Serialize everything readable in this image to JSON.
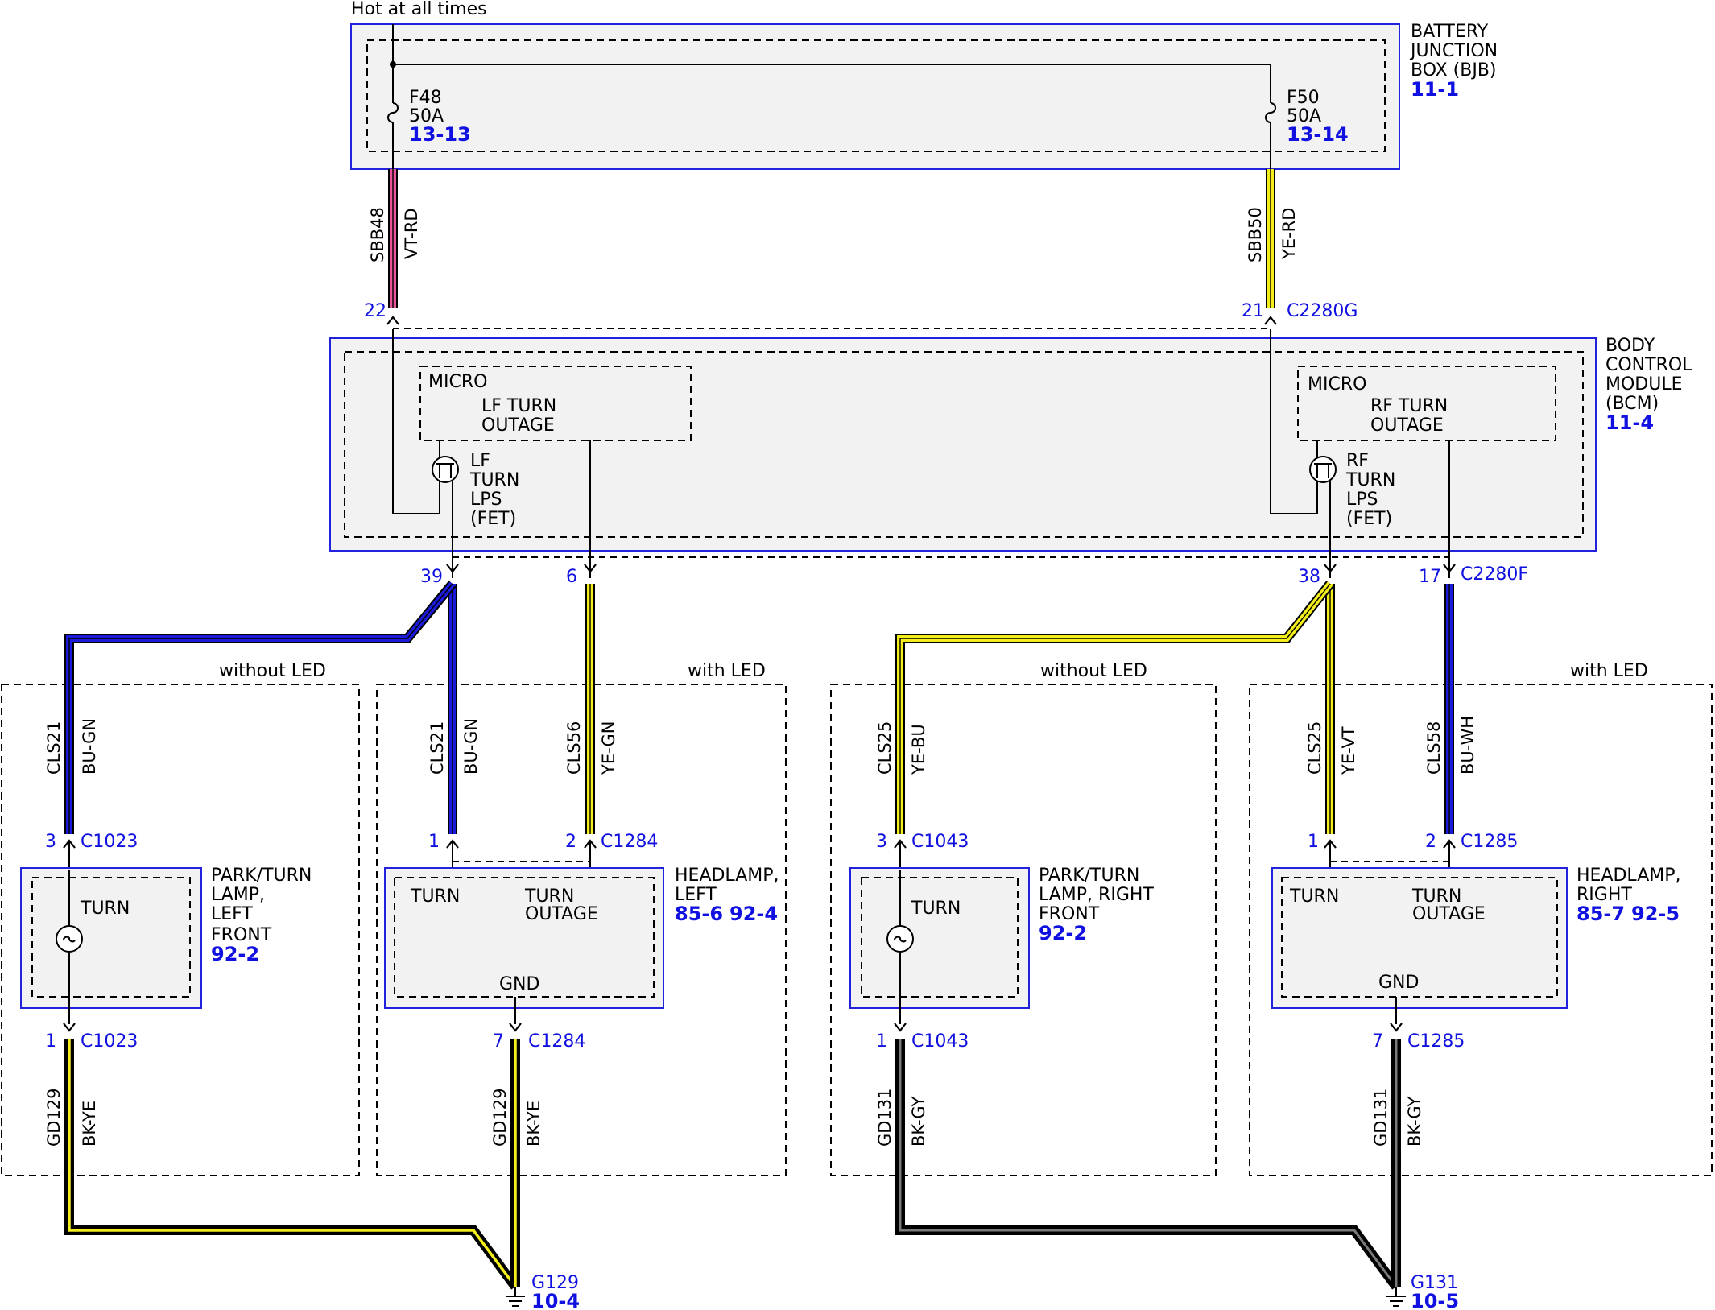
{
  "header": {
    "hot_label": "Hot at all times"
  },
  "bjb": {
    "title_lines": [
      "BATTERY",
      "JUNCTION",
      "BOX (BJB)"
    ],
    "ref": "11-1",
    "fuse_left": {
      "id": "F48",
      "rating": "50A",
      "ref": "13-13"
    },
    "fuse_right": {
      "id": "F50",
      "rating": "50A",
      "ref": "13-14"
    }
  },
  "bcm": {
    "title_lines": [
      "BODY",
      "CONTROL",
      "MODULE",
      "(BCM)"
    ],
    "ref": "11-4",
    "connector_top": "C2280G",
    "connector_bottom": "C2280F",
    "left": {
      "micro": "MICRO",
      "outage_lines": [
        "LF TURN",
        "OUTAGE"
      ],
      "fet_lines": [
        "LF",
        "TURN",
        "LPS",
        "(FET)"
      ]
    },
    "right": {
      "micro": "MICRO",
      "outage_lines": [
        "RF TURN",
        "OUTAGE"
      ],
      "fet_lines": [
        "RF",
        "TURN",
        "LPS",
        "(FET)"
      ]
    }
  },
  "pins": {
    "bcm_in_left": "22",
    "bcm_in_right": "21",
    "bcm_out_39": "39",
    "bcm_out_6": "6",
    "bcm_out_38": "38",
    "bcm_out_17": "17"
  },
  "wires": {
    "sbb48": {
      "circuit": "SBB48",
      "color": "VT-RD"
    },
    "sbb50": {
      "circuit": "SBB50",
      "color": "YE-RD"
    },
    "cls21_a": {
      "circuit": "CLS21",
      "color": "BU-GN"
    },
    "cls21_b": {
      "circuit": "CLS21",
      "color": "BU-GN"
    },
    "cls56": {
      "circuit": "CLS56",
      "color": "YE-GN"
    },
    "cls25_a": {
      "circuit": "CLS25",
      "color": "YE-BU"
    },
    "cls25_b": {
      "circuit": "CLS25",
      "color": "YE-VT"
    },
    "cls58": {
      "circuit": "CLS58",
      "color": "BU-WH"
    },
    "gd129_a": {
      "circuit": "GD129",
      "color": "BK-YE"
    },
    "gd129_b": {
      "circuit": "GD129",
      "color": "BK-YE"
    },
    "gd131_a": {
      "circuit": "GD131",
      "color": "BK-GY"
    },
    "gd131_b": {
      "circuit": "GD131",
      "color": "BK-GY"
    }
  },
  "variants": {
    "left_without": "without LED",
    "left_with": "with LED",
    "right_without": "without LED",
    "right_with": "with LED"
  },
  "park_left": {
    "title_lines": [
      "PARK/TURN",
      "LAMP,",
      "LEFT",
      "FRONT"
    ],
    "ref": "92-2",
    "turn": "TURN",
    "pin_top": "3",
    "conn_top": "C1023",
    "pin_bottom": "1",
    "conn_bottom": "C1023"
  },
  "head_left": {
    "title_lines": [
      "HEADLAMP,",
      "LEFT"
    ],
    "ref1": "85-6",
    "ref2": "92-4",
    "turn": "TURN",
    "outage_lines": [
      "TURN",
      "OUTAGE"
    ],
    "gnd": "GND",
    "pin_a": "1",
    "pin_b": "2",
    "conn_top": "C1284",
    "pin_bottom": "7",
    "conn_bottom": "C1284"
  },
  "park_right": {
    "title_lines": [
      "PARK/TURN",
      "LAMP, RIGHT",
      "FRONT"
    ],
    "ref": "92-2",
    "turn": "TURN",
    "pin_top": "3",
    "conn_top": "C1043",
    "pin_bottom": "1",
    "conn_bottom": "C1043"
  },
  "head_right": {
    "title_lines": [
      "HEADLAMP,",
      "RIGHT"
    ],
    "ref1": "85-7",
    "ref2": "92-5",
    "turn": "TURN",
    "outage_lines": [
      "TURN",
      "OUTAGE"
    ],
    "gnd": "GND",
    "pin_a": "1",
    "pin_b": "2",
    "conn_top": "C1285",
    "pin_bottom": "7",
    "conn_bottom": "C1285"
  },
  "grounds": {
    "left": {
      "id": "G129",
      "ref": "10-4"
    },
    "right": {
      "id": "G131",
      "ref": "10-5"
    }
  },
  "colors": {
    "violet_red": "#e8559a",
    "yellow": "#f4ee1a",
    "blue": "#1a1ad8",
    "black": "#000000",
    "box_border": "#2222dd",
    "box_fill": "#f2f2f2",
    "ref_text": "#1010e0"
  }
}
